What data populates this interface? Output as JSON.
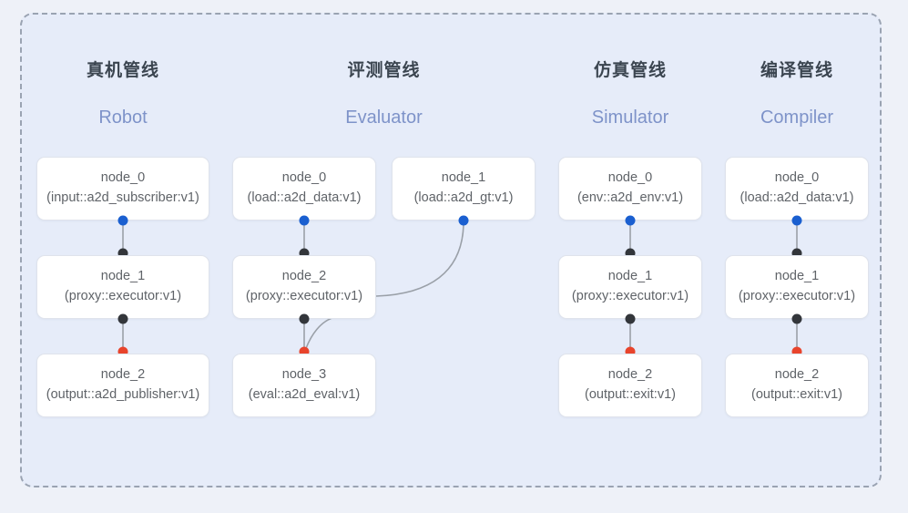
{
  "diagram": {
    "frame": {
      "style": "dashed-rounded-rectangle"
    },
    "colors": {
      "page_background": "#eef1f8",
      "panel_background": "#e6ecf9",
      "frame_border": "#9aa3b2",
      "node_background": "#ffffff",
      "node_border": "#dfe3ec",
      "node_text": "#5f6368",
      "title_cn": "#3b4550",
      "title_en": "#7e93c9",
      "port_blue": "#1a5fd0",
      "port_black": "#33363b",
      "port_red": "#e8442c",
      "edge_line": "#9aa0a8"
    },
    "columns": [
      {
        "id": "robot",
        "title_cn": "真机管线",
        "title_en": "Robot",
        "nodes": [
          {
            "name": "node_0",
            "type": "(input::a2d_subscriber:v1)"
          },
          {
            "name": "node_1",
            "type": "(proxy::executor:v1)"
          },
          {
            "name": "node_2",
            "type": "(output::a2d_publisher:v1)"
          }
        ]
      },
      {
        "id": "evaluator",
        "title_cn": "评测管线",
        "title_en": "Evaluator",
        "nodes": [
          {
            "name": "node_0",
            "type": "(load::a2d_data:v1)"
          },
          {
            "name": "node_2",
            "type": "(proxy::executor:v1)"
          },
          {
            "name": "node_3",
            "type": "(eval::a2d_eval:v1)"
          },
          {
            "name": "node_1",
            "type": "(load::a2d_gt:v1)"
          }
        ]
      },
      {
        "id": "simulator",
        "title_cn": "仿真管线",
        "title_en": "Simulator",
        "nodes": [
          {
            "name": "node_0",
            "type": "(env::a2d_env:v1)"
          },
          {
            "name": "node_1",
            "type": "(proxy::executor:v1)"
          },
          {
            "name": "node_2",
            "type": "(output::exit:v1)"
          }
        ]
      },
      {
        "id": "compiler",
        "title_cn": "编译管线",
        "title_en": "Compiler",
        "nodes": [
          {
            "name": "node_0",
            "type": "(load::a2d_data:v1)"
          },
          {
            "name": "node_1",
            "type": "(proxy::executor:v1)"
          },
          {
            "name": "node_2",
            "type": "(output::exit:v1)"
          }
        ]
      }
    ]
  }
}
